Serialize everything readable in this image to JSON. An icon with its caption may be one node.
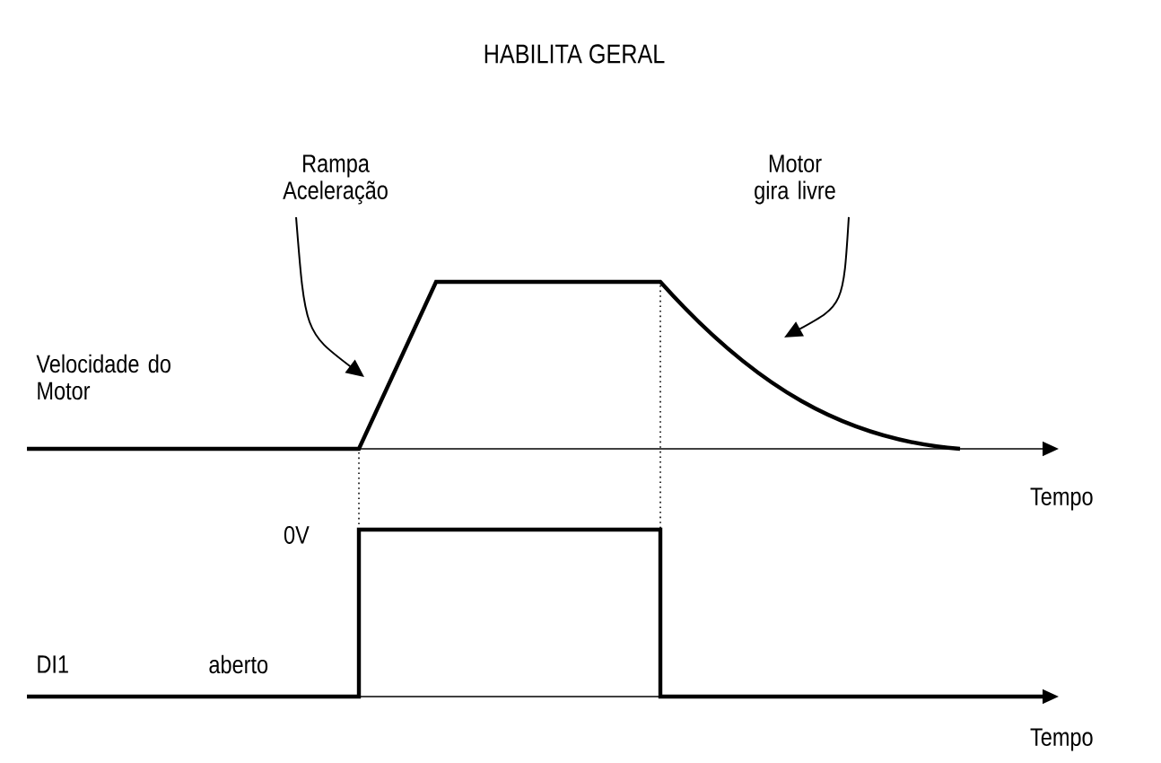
{
  "diagram": {
    "title": "HABILITA GERAL",
    "nodes": [
      {
        "text": [
          "Rampa Aceleração"
        ]
      },
      {
        "text": [
          "Motor gira livre"
        ]
      }
    ],
    "edges": [
      {
        "from": 0,
        "to": null,
        "arrow": "to"
      },
      {
        "from": 1,
        "to": null,
        "arrow": "to"
      }
    ],
    "labels": [
      "Velocidade do Motor",
      "Tempo",
      "0V",
      "DI1",
      "aberto",
      "Tempo"
    ]
  }
}
